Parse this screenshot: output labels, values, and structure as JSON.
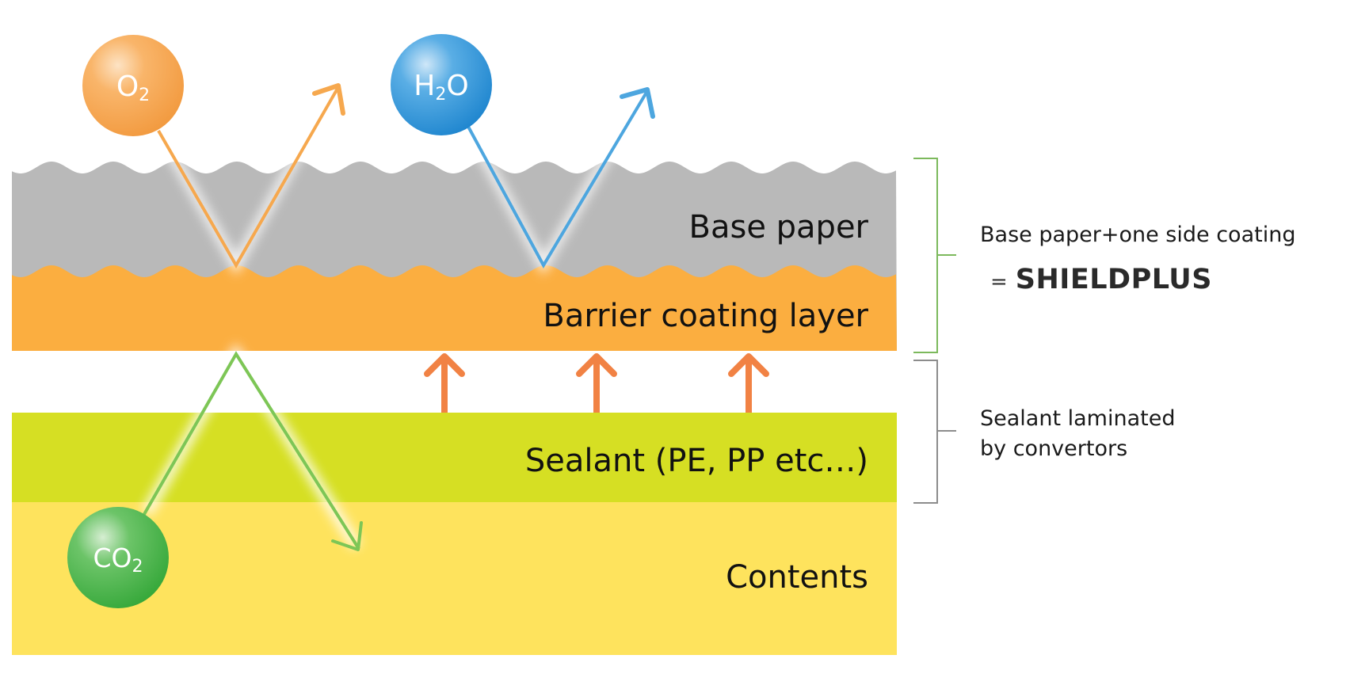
{
  "layers": [
    {
      "id": "base-paper",
      "label": "Base paper",
      "color": "#b9b9b9"
    },
    {
      "id": "barrier-coating",
      "label": "Barrier coating layer",
      "color": "#fbae40"
    },
    {
      "id": "sealant",
      "label": "Sealant (PE, PP etc…)",
      "color": "#d6df23"
    },
    {
      "id": "contents",
      "label": "Contents",
      "color": "#fee35d"
    }
  ],
  "molecules": [
    {
      "id": "o2",
      "main": "O",
      "sub": "2",
      "tail": "",
      "color": "#f7a24b",
      "arrow_color": "#f6a84e",
      "behavior": "reflected by barrier coating layer"
    },
    {
      "id": "h2o",
      "main": "H",
      "sub": "2",
      "tail": "O",
      "color": "#3a9ad9",
      "arrow_color": "#4da6df",
      "behavior": "reflected by barrier coating layer"
    },
    {
      "id": "co2",
      "main": "CO",
      "sub": "2",
      "tail": "",
      "color": "#4cb849",
      "arrow_color": "#7dc656",
      "behavior": "reflected by barrier coating layer"
    }
  ],
  "lamination_arrows": {
    "count": 3,
    "color": "#f18244"
  },
  "brackets": {
    "upper": {
      "color": "#7cb95c",
      "line1": "Base paper+one side coating",
      "equals": "=",
      "product": "SHIELDPLUS"
    },
    "lower": {
      "color": "#8c8c8c",
      "line1": "Sealant laminated",
      "line2": "by convertors"
    }
  }
}
